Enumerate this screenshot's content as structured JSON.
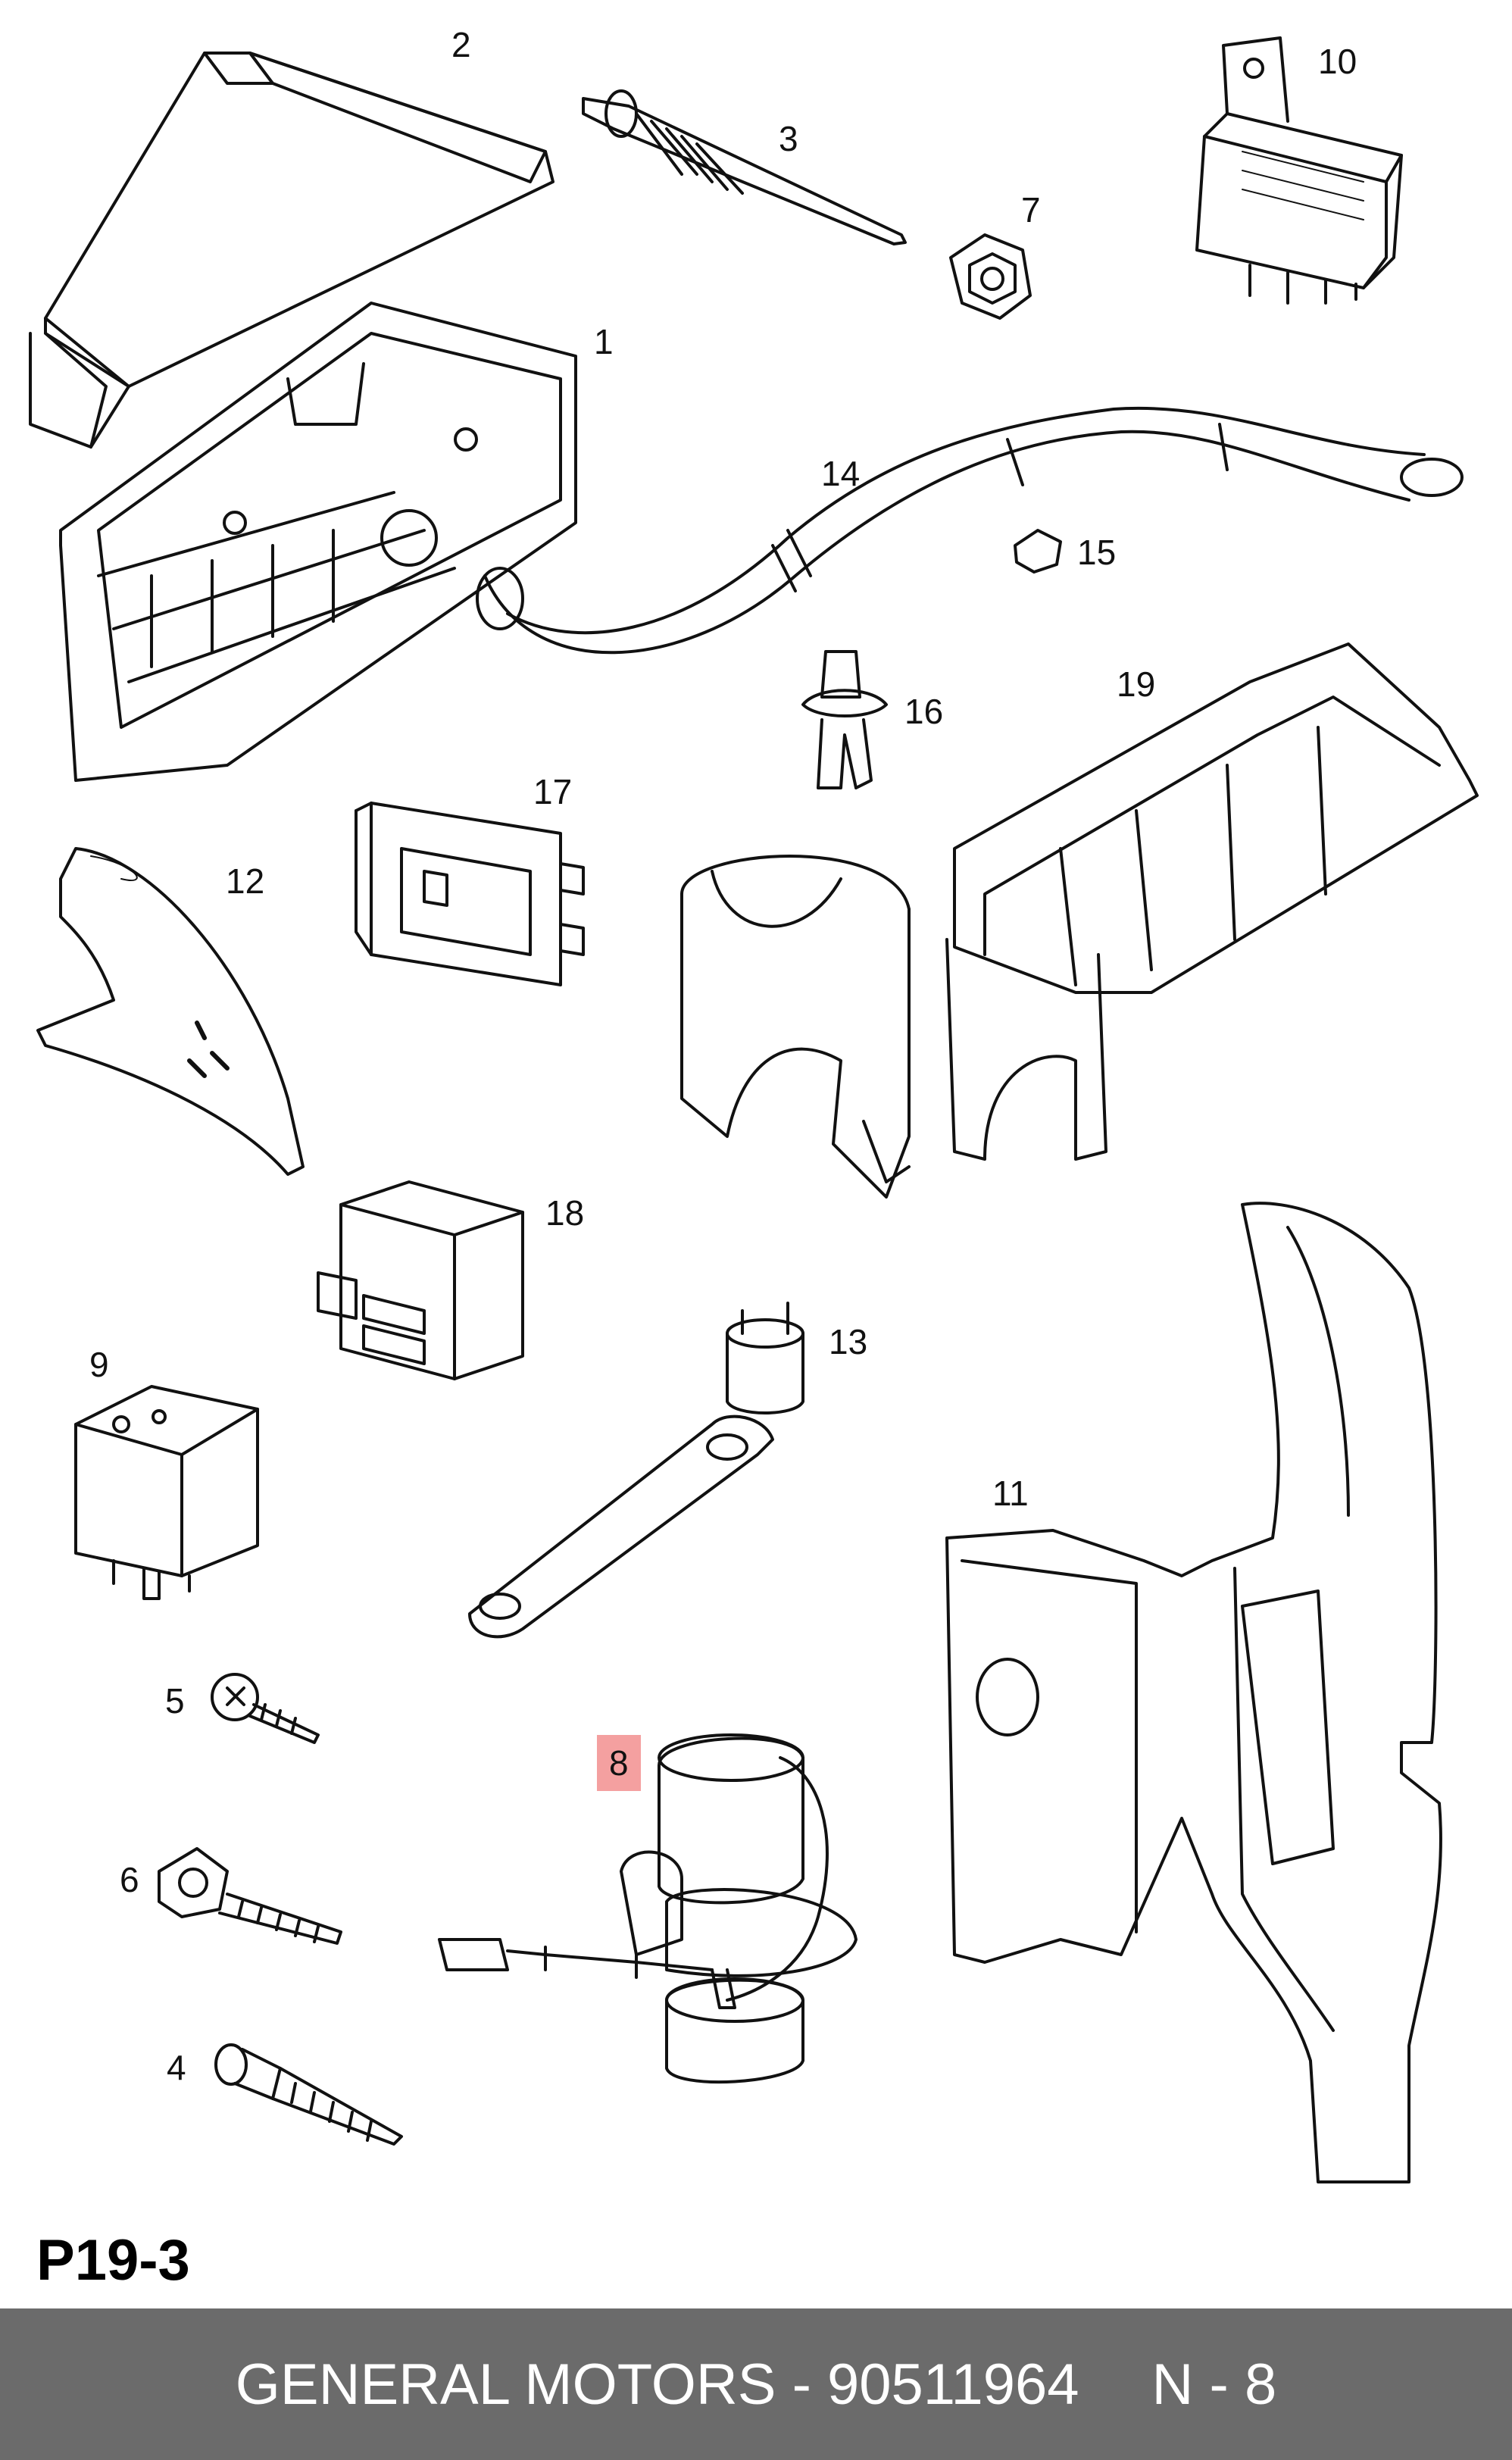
{
  "diagram": {
    "page_code": "P19-3",
    "highlight_color": "#f4a0a0",
    "parts": [
      {
        "key": "1",
        "label": "1"
      },
      {
        "key": "2",
        "label": "2"
      },
      {
        "key": "3",
        "label": "3"
      },
      {
        "key": "4",
        "label": "4"
      },
      {
        "key": "5",
        "label": "5"
      },
      {
        "key": "6",
        "label": "6"
      },
      {
        "key": "7",
        "label": "7"
      },
      {
        "key": "8",
        "label": "8",
        "highlighted": true
      },
      {
        "key": "9",
        "label": "9"
      },
      {
        "key": "10",
        "label": "10"
      },
      {
        "key": "11",
        "label": "11"
      },
      {
        "key": "12",
        "label": "12"
      },
      {
        "key": "13",
        "label": "13"
      },
      {
        "key": "14",
        "label": "14"
      },
      {
        "key": "15",
        "label": "15"
      },
      {
        "key": "16",
        "label": "16"
      },
      {
        "key": "17",
        "label": "17"
      },
      {
        "key": "18",
        "label": "18"
      },
      {
        "key": "19",
        "label": "19"
      }
    ]
  },
  "footer": {
    "text": "GENERAL MOTORS - 90511964",
    "code": "N - 8",
    "background": "#6b6b6b",
    "color": "#ffffff"
  }
}
